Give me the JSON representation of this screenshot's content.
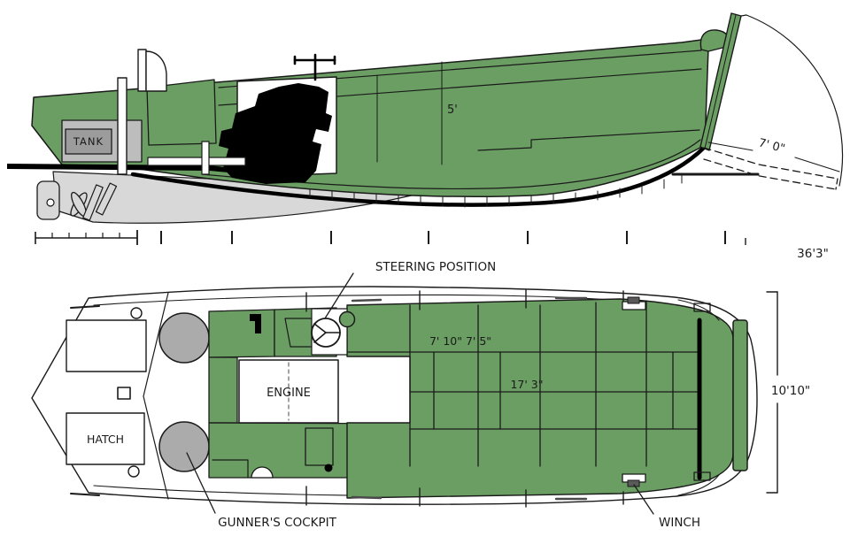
{
  "diagram": {
    "type": "landing-craft technical drawing, side elevation and deck plan",
    "colors": {
      "hull_green": "#6B9E63",
      "cockpit_gray": "#ABABAB",
      "underbody_gray": "#D8D8D8",
      "tank_gray": "#9C9C9C",
      "tank_outer_gray": "#BDBDBD",
      "outline": "#000000"
    },
    "side_view": {
      "tank_label": "TANK",
      "hull_height": "5'",
      "ramp_length": "7' 0\"",
      "overall_length": "36'3\""
    },
    "plan_view": {
      "steering_label": "STEERING POSITION",
      "engine_label": "ENGINE",
      "hatch_label": "HATCH",
      "bay_widths": "7' 10\" 7' 5\"",
      "cargo_length": "17' 3\"",
      "beam": "10'10\"",
      "gunner_label": "GUNNER'S COCKPIT",
      "winch_label": "WINCH"
    }
  }
}
